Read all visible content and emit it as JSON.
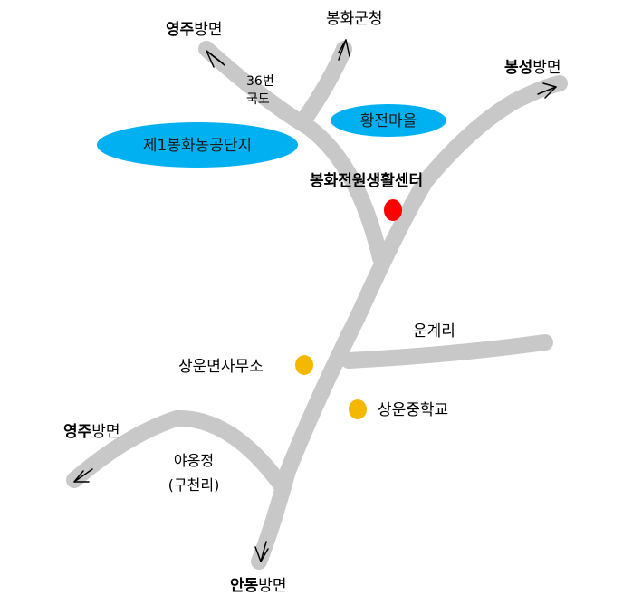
{
  "colors": {
    "road": "#c8c8c8",
    "area": "#00b0f0",
    "center_marker": "#ff0000",
    "poi_marker": "#f5b800",
    "arrow": "#000000"
  },
  "directions": {
    "yeongju_top": {
      "bold": "영주",
      "rest": "방면"
    },
    "bonghwa_office": "봉화군청",
    "bongseong": {
      "bold": "봉성",
      "rest": "방면"
    },
    "yeongju_left": {
      "bold": "영주",
      "rest": "방면"
    },
    "andong": {
      "bold": "안동",
      "rest": "방면"
    }
  },
  "road_label": {
    "line1": "36번",
    "line2": "국도"
  },
  "areas": {
    "industrial_complex": "제1봉화농공단지",
    "hwangjeon_village": "황전마을"
  },
  "center": {
    "label": "봉화전원생활센터",
    "icon": "location-dot"
  },
  "places": {
    "ungye_ri": "운계리",
    "sangun_office": "상운면사무소",
    "sangun_middle_school": "상운중학교",
    "yaongjeong_line1": "야옹정",
    "yaongjeong_line2": "(구천리)"
  }
}
